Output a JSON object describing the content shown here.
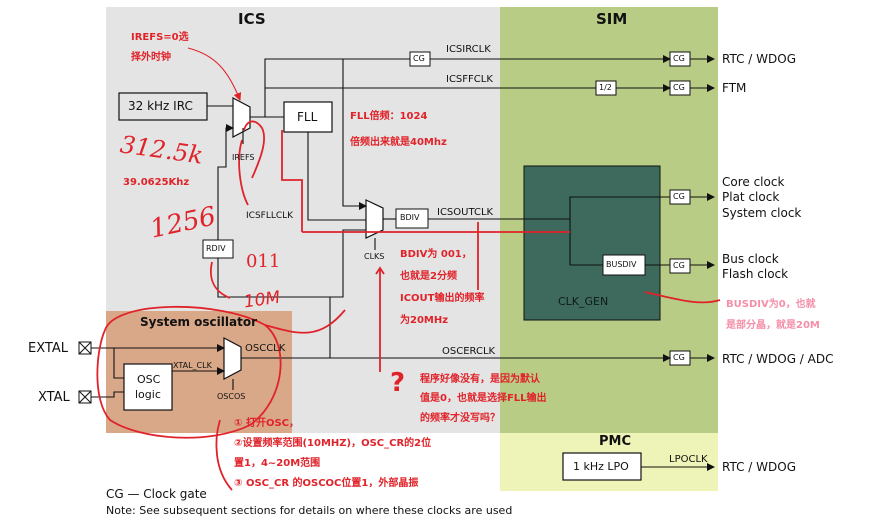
{
  "sections": {
    "ics": "ICS",
    "sim": "SIM",
    "pmc": "PMC",
    "system_oscillator": "System oscillator",
    "clk_gen": "CLK_GEN"
  },
  "blocks": {
    "irc": "32 kHz IRC",
    "fll": "FLL",
    "rdiv": "RDIV",
    "bdiv": "BDIV",
    "busdiv": "BUSDIV",
    "osc_line1": "OSC",
    "osc_line2": "logic",
    "lpo": "1 kHz LPO",
    "cg": "CG",
    "half": "1/2"
  },
  "signals": {
    "icsirclk": "ICSIRCLK",
    "icsffclk": "ICSFFCLK",
    "irefs": "IREFS",
    "icsfllclk": "ICSFLLCLK",
    "clks": "CLKS",
    "icsoutclk": "ICSOUTCLK",
    "oscclk": "OSCCLK",
    "xtal_clk": "XTAL_CLK",
    "oscos": "OSCOS",
    "oscerclk": "OSCERCLK",
    "lpoclk": "LPOCLK"
  },
  "pins": {
    "extal": "EXTAL",
    "xtal": "XTAL"
  },
  "outputs": {
    "rtc_wdog_1": "RTC / WDOG",
    "ftm": "FTM",
    "core_clock": "Core clock",
    "plat_clock": "Plat clock",
    "system_clock": "System clock",
    "bus_clock": "Bus clock",
    "flash_clock": "Flash clock",
    "rtc_wdog_adc": "RTC / WDOG / ADC",
    "rtc_wdog_2": "RTC / WDOG"
  },
  "footer": {
    "cg_legend": "CG — Clock gate",
    "note": "Note: See subsequent sections for details on where these clocks are used"
  },
  "annotations": {
    "irefs_line1": "IREFS=0选",
    "irefs_line2": "择外时钟",
    "freq_handwritten": "312.5k",
    "freq_typed": "39.0625Khz",
    "div_256": "1256",
    "rdiv_011": "011",
    "ten_m": "10M",
    "fll_line1": "FLL倍频：1024",
    "fll_line2": "倍频出来就是40Mhz",
    "bdiv_line1": "BDIV为 001，",
    "bdiv_line2": "也就是2分频",
    "bdiv_line3": "ICOUT输出的频率",
    "bdiv_line4": "为20MHz",
    "busdiv_line1": "BUSDIV为0，也就",
    "busdiv_line2": "是部分晶，就是20M",
    "question_mark": "?",
    "question_line1": "程序好像没有，是因为默认",
    "question_line2": "值是0，也就是选择FLL输出",
    "question_line3": "的频率才没写吗？",
    "step1": "① 打开OSC，",
    "step2a": "②设置频率范围(10MHZ)，OSC_CR的2位",
    "step2b": "置1，4~20M范围",
    "step3": "③ OSC_CR 的OSCOC位置1，外部晶振"
  },
  "colors": {
    "ics_bg": "#e4e4e4",
    "sim_bg": "#b8cc85",
    "pmc_bg": "#eef3b8",
    "osc_bg": "#d9a888",
    "clkgen_bg": "#3d6a5c",
    "annotation_red": "#e0232a",
    "annotation_pink": "#f58fa8"
  },
  "icons": [
    "pin-x-box-icon",
    "mux-trapezoid-icon",
    "arrowhead-icon"
  ]
}
